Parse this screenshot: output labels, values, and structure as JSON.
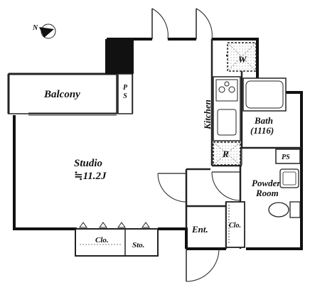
{
  "compass": {
    "label": "N",
    "icon": "north-arrow-icon"
  },
  "rooms": {
    "balcony": "Balcony",
    "ps_shaft": "P S",
    "kitchen": "Kitchen",
    "washer": "W",
    "refrigerator": "R",
    "bath": "Bath",
    "bath_size": "(1116)",
    "ps_closet": "PS",
    "studio": "Studio",
    "studio_area": "≒11.2J",
    "powder": "Powder",
    "powder_room": "Room",
    "entrance": "Ent.",
    "closet_entrance": "Clo.",
    "closet_studio": "Clo.",
    "storage": "Sto."
  },
  "colors": {
    "wall": "#111111",
    "line": "#222222",
    "background": "#ffffff"
  }
}
